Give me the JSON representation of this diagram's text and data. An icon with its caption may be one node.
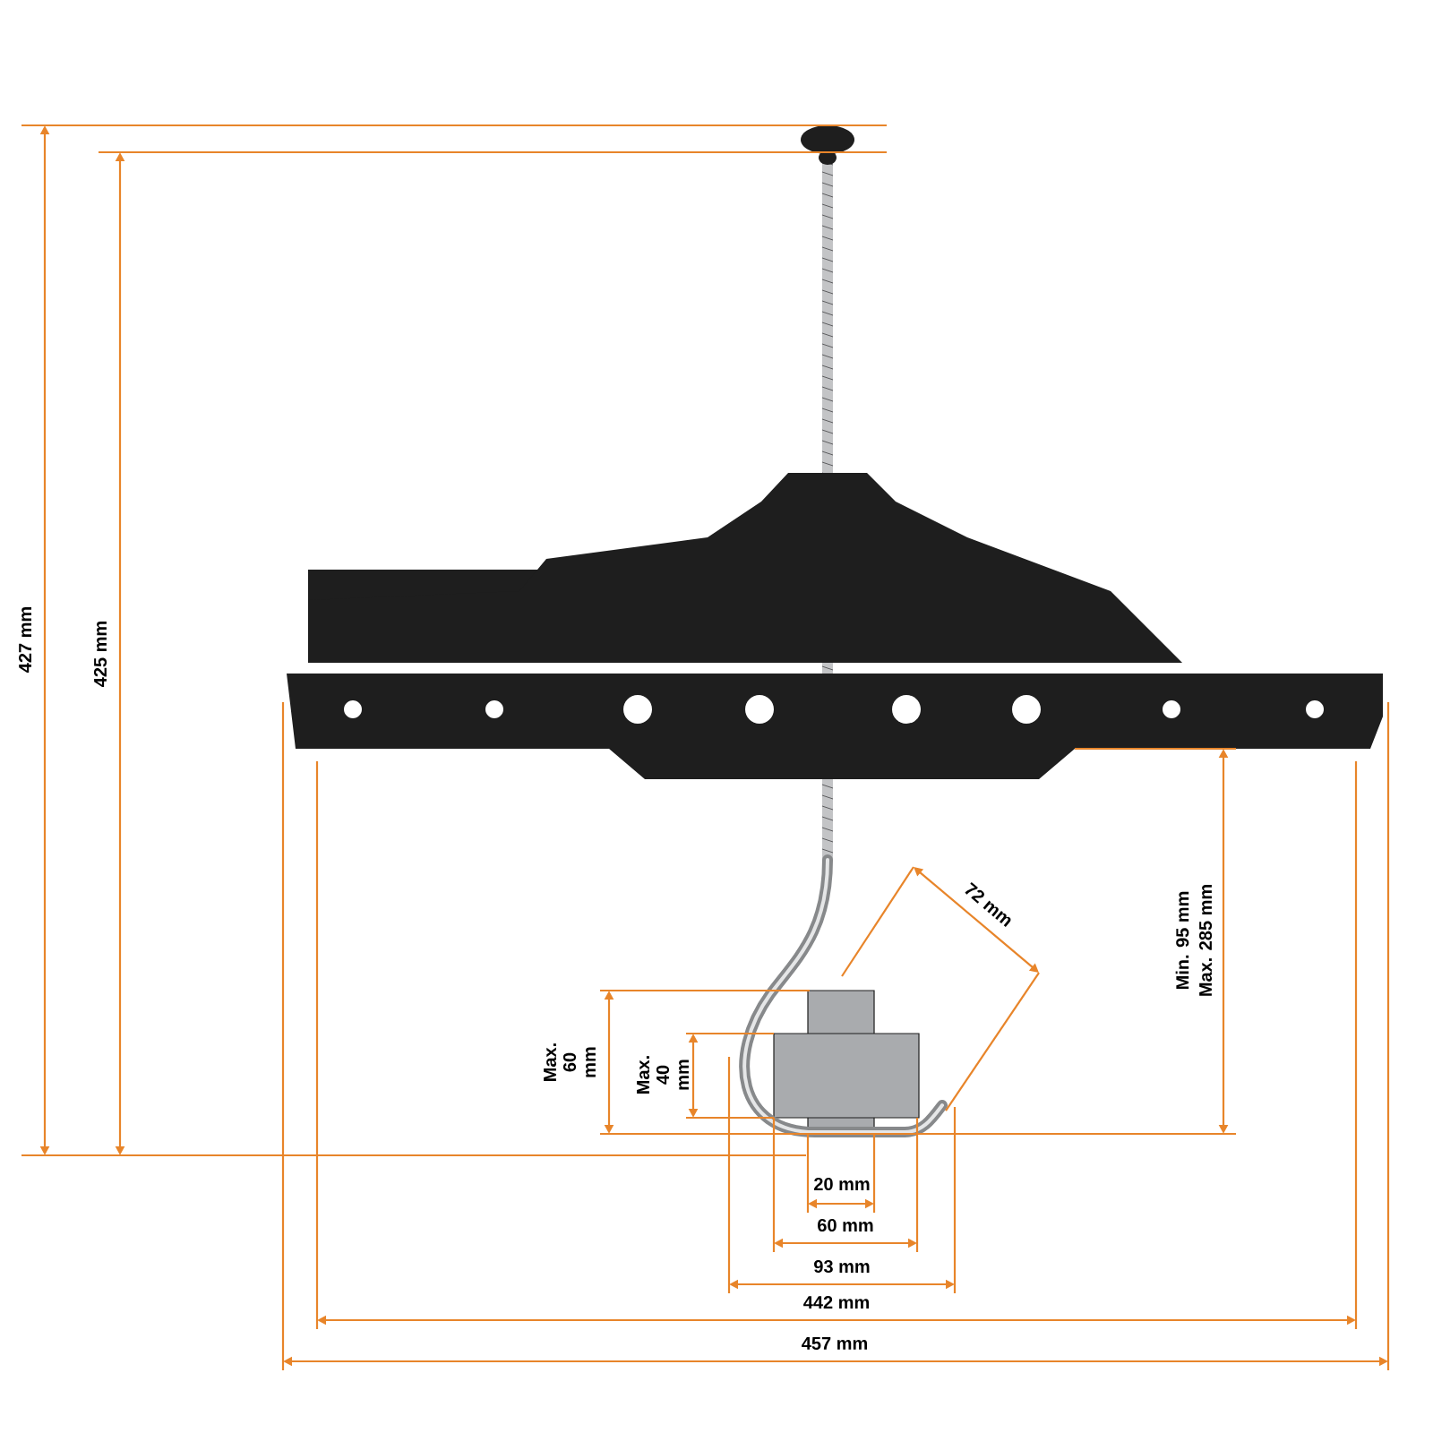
{
  "diagram": {
    "labels": [
      "427 mm",
      "425 mm",
      "72 mm",
      "Min. 95 mm",
      "Max. 285 mm",
      "Max. 60 mm",
      "Max. 40 mm",
      "20 mm",
      "60 mm",
      "93 mm",
      "442 mm",
      "457 mm"
    ]
  }
}
